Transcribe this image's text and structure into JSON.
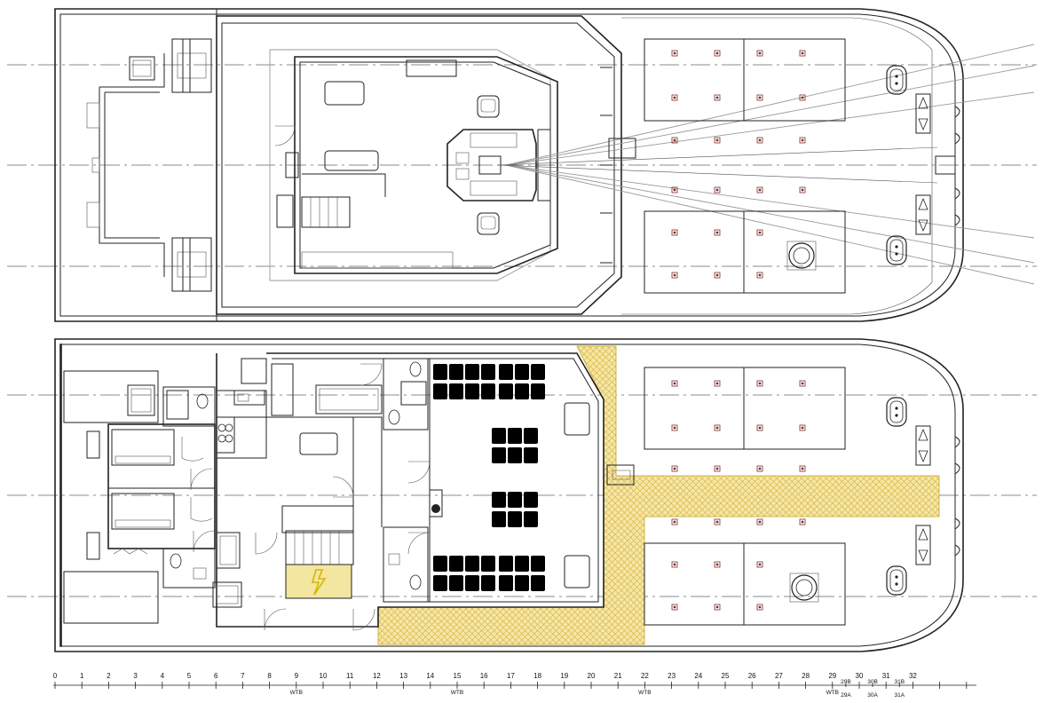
{
  "colors": {
    "line": "#222222",
    "hatch": "#e8cf5a",
    "hatch_stroke": "#c9a227",
    "electrical_zone": "#f3e6a0",
    "electrical_symbol": "#d4b800",
    "hatch_port": "#7a2a2a"
  },
  "scale": {
    "frames": [
      "0",
      "1",
      "2",
      "3",
      "4",
      "5",
      "6",
      "7",
      "8",
      "9",
      "10",
      "11",
      "12",
      "13",
      "14",
      "15",
      "16",
      "17",
      "18",
      "19",
      "20",
      "21",
      "22",
      "23",
      "24",
      "25",
      "26",
      "27",
      "28",
      "29",
      "30",
      "31",
      "32"
    ],
    "half_frames_top": [
      "29B",
      "30B",
      "31B"
    ],
    "half_frames_bottom": [
      "29A",
      "30A",
      "31A"
    ],
    "wtb_label": "WTB",
    "wtb_frames": [
      "9",
      "15",
      "22",
      "29"
    ]
  },
  "icons": {
    "electrical": "lightning-bolt-icon",
    "life_ring": "life-ring-icon"
  }
}
